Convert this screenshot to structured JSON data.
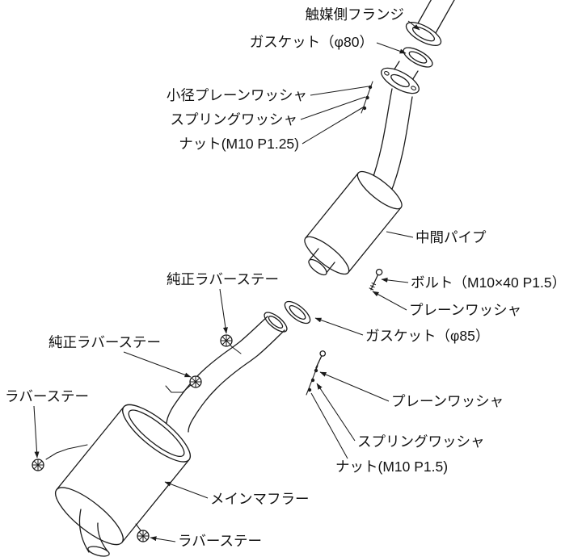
{
  "page": {
    "background": "#ffffff",
    "line_color": "#1b1b1b",
    "text_color": "#121212"
  },
  "labels": {
    "catalyst_flange": "触媒側フランジ",
    "gasket_80": "ガスケット（φ80）",
    "small_plain_washer": "小径プレーンワッシャ",
    "spring_washer_upper": "スプリングワッシャ",
    "nut_upper": "ナット(M10 P1.25)",
    "center_pipe": "中間パイプ",
    "oem_rubber_stay_upper": "純正ラバーステー",
    "bolt": "ボルト（M10×40 P1.5）",
    "plain_washer_upper": "プレーンワッシャ",
    "gasket_85": "ガスケット（φ85）",
    "oem_rubber_stay_lower": "純正ラバーステー",
    "rubber_stay_left": "ラバーステー",
    "plain_washer_lower": "プレーンワッシャ",
    "spring_washer_lower": "スプリングワッシャ",
    "nut_lower": "ナット(M10 P1.5)",
    "main_muffler": "メインマフラー",
    "rubber_stay_bottom": "ラバーステー"
  }
}
